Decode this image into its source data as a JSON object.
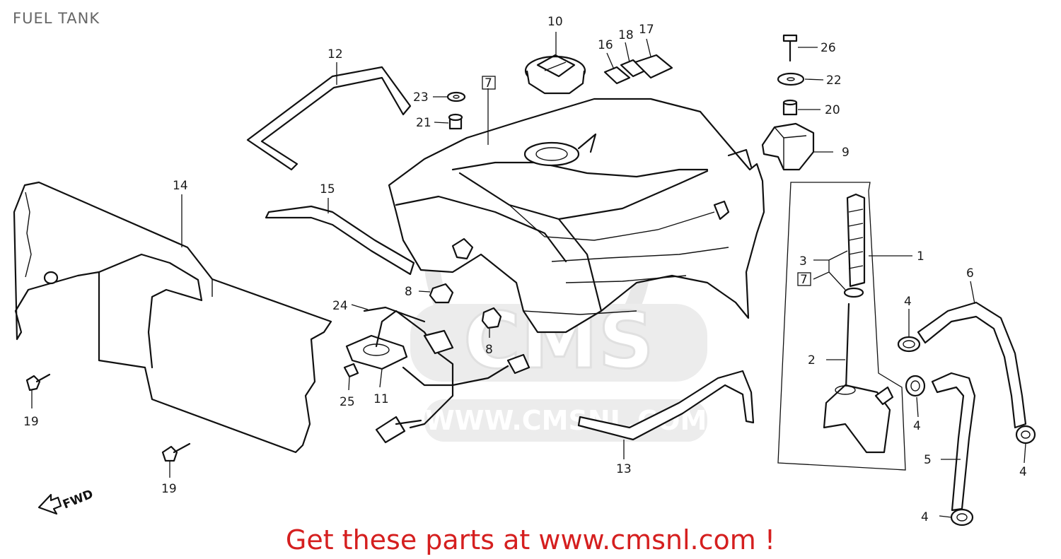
{
  "title": "FUEL TANK",
  "footer": "Get these parts at www.cmsnl.com !",
  "watermark": {
    "brand": "CMS",
    "url": "WWW.CMSNL.COM"
  },
  "direction_label": "FWD",
  "colors": {
    "title": "#666666",
    "footer": "#d51f1f",
    "line": "#111111",
    "watermark": "#e6e6e6"
  },
  "callouts": [
    {
      "id": "p1",
      "text": "1"
    },
    {
      "id": "p2",
      "text": "2"
    },
    {
      "id": "p3",
      "text": "3"
    },
    {
      "id": "p3box",
      "text": "7"
    },
    {
      "id": "p4a",
      "text": "4"
    },
    {
      "id": "p4b",
      "text": "4"
    },
    {
      "id": "p4c",
      "text": "4"
    },
    {
      "id": "p4d",
      "text": "4"
    },
    {
      "id": "p5",
      "text": "5"
    },
    {
      "id": "p6",
      "text": "6"
    },
    {
      "id": "p7box",
      "text": "7"
    },
    {
      "id": "p8a",
      "text": "8"
    },
    {
      "id": "p8b",
      "text": "8"
    },
    {
      "id": "p9",
      "text": "9"
    },
    {
      "id": "p10",
      "text": "10"
    },
    {
      "id": "p11",
      "text": "11"
    },
    {
      "id": "p12",
      "text": "12"
    },
    {
      "id": "p13",
      "text": "13"
    },
    {
      "id": "p14",
      "text": "14"
    },
    {
      "id": "p15",
      "text": "15"
    },
    {
      "id": "p16",
      "text": "16"
    },
    {
      "id": "p17",
      "text": "17"
    },
    {
      "id": "p18",
      "text": "18"
    },
    {
      "id": "p19a",
      "text": "19"
    },
    {
      "id": "p19b",
      "text": "19"
    },
    {
      "id": "p20",
      "text": "20"
    },
    {
      "id": "p21",
      "text": "21"
    },
    {
      "id": "p22",
      "text": "22"
    },
    {
      "id": "p23",
      "text": "23"
    },
    {
      "id": "p24",
      "text": "24"
    },
    {
      "id": "p25",
      "text": "25"
    },
    {
      "id": "p26",
      "text": "26"
    }
  ]
}
